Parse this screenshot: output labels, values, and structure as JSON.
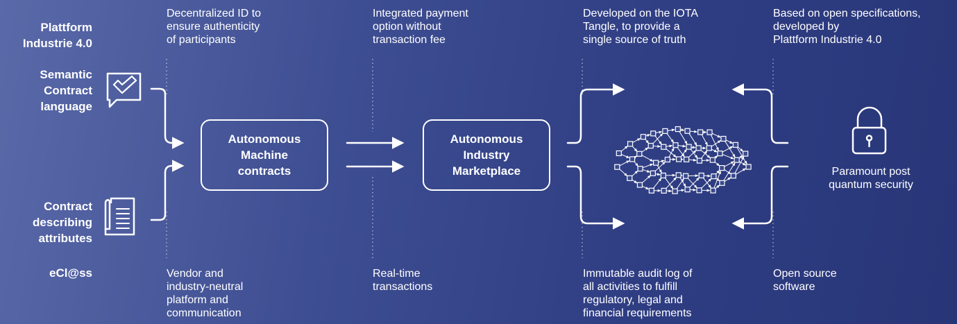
{
  "left_labels": {
    "plattform": "Plattform\nIndustrie 4.0",
    "semantic": "Semantic\nContract\nlanguage",
    "contract_attrs": "Contract\ndescribing\nattributes",
    "eclass": "eCl@ss"
  },
  "top_notes": [
    "Decentralized ID to\nensure authenticity\nof participants",
    "Integrated payment\noption without\ntransaction fee",
    "Developed on the IOTA\nTangle, to provide a\nsingle source of truth",
    "Based on open specifications,\ndeveloped by\nPlattform Industrie 4.0"
  ],
  "bottom_notes": [
    "Vendor and\nindustry-neutral\nplatform and\ncommunication",
    "Real-time\ntransactions",
    "Immutable audit log of\nall activities to fulfill\nregulatory, legal and\nfinancial requirements",
    "Open source\nsoftware"
  ],
  "boxes": {
    "machine_contracts": "Autonomous\nMachine\ncontracts",
    "marketplace": "Autonomous\nIndustry\nMarketplace"
  },
  "security_label": "Paramount post\nquantum security",
  "icons": [
    "chat-check-icon",
    "document-icon",
    "tangle-network-icon",
    "padlock-icon"
  ],
  "colors": {
    "background_start": "#5a69a8",
    "background_end": "#283678",
    "foreground": "#ffffff"
  }
}
